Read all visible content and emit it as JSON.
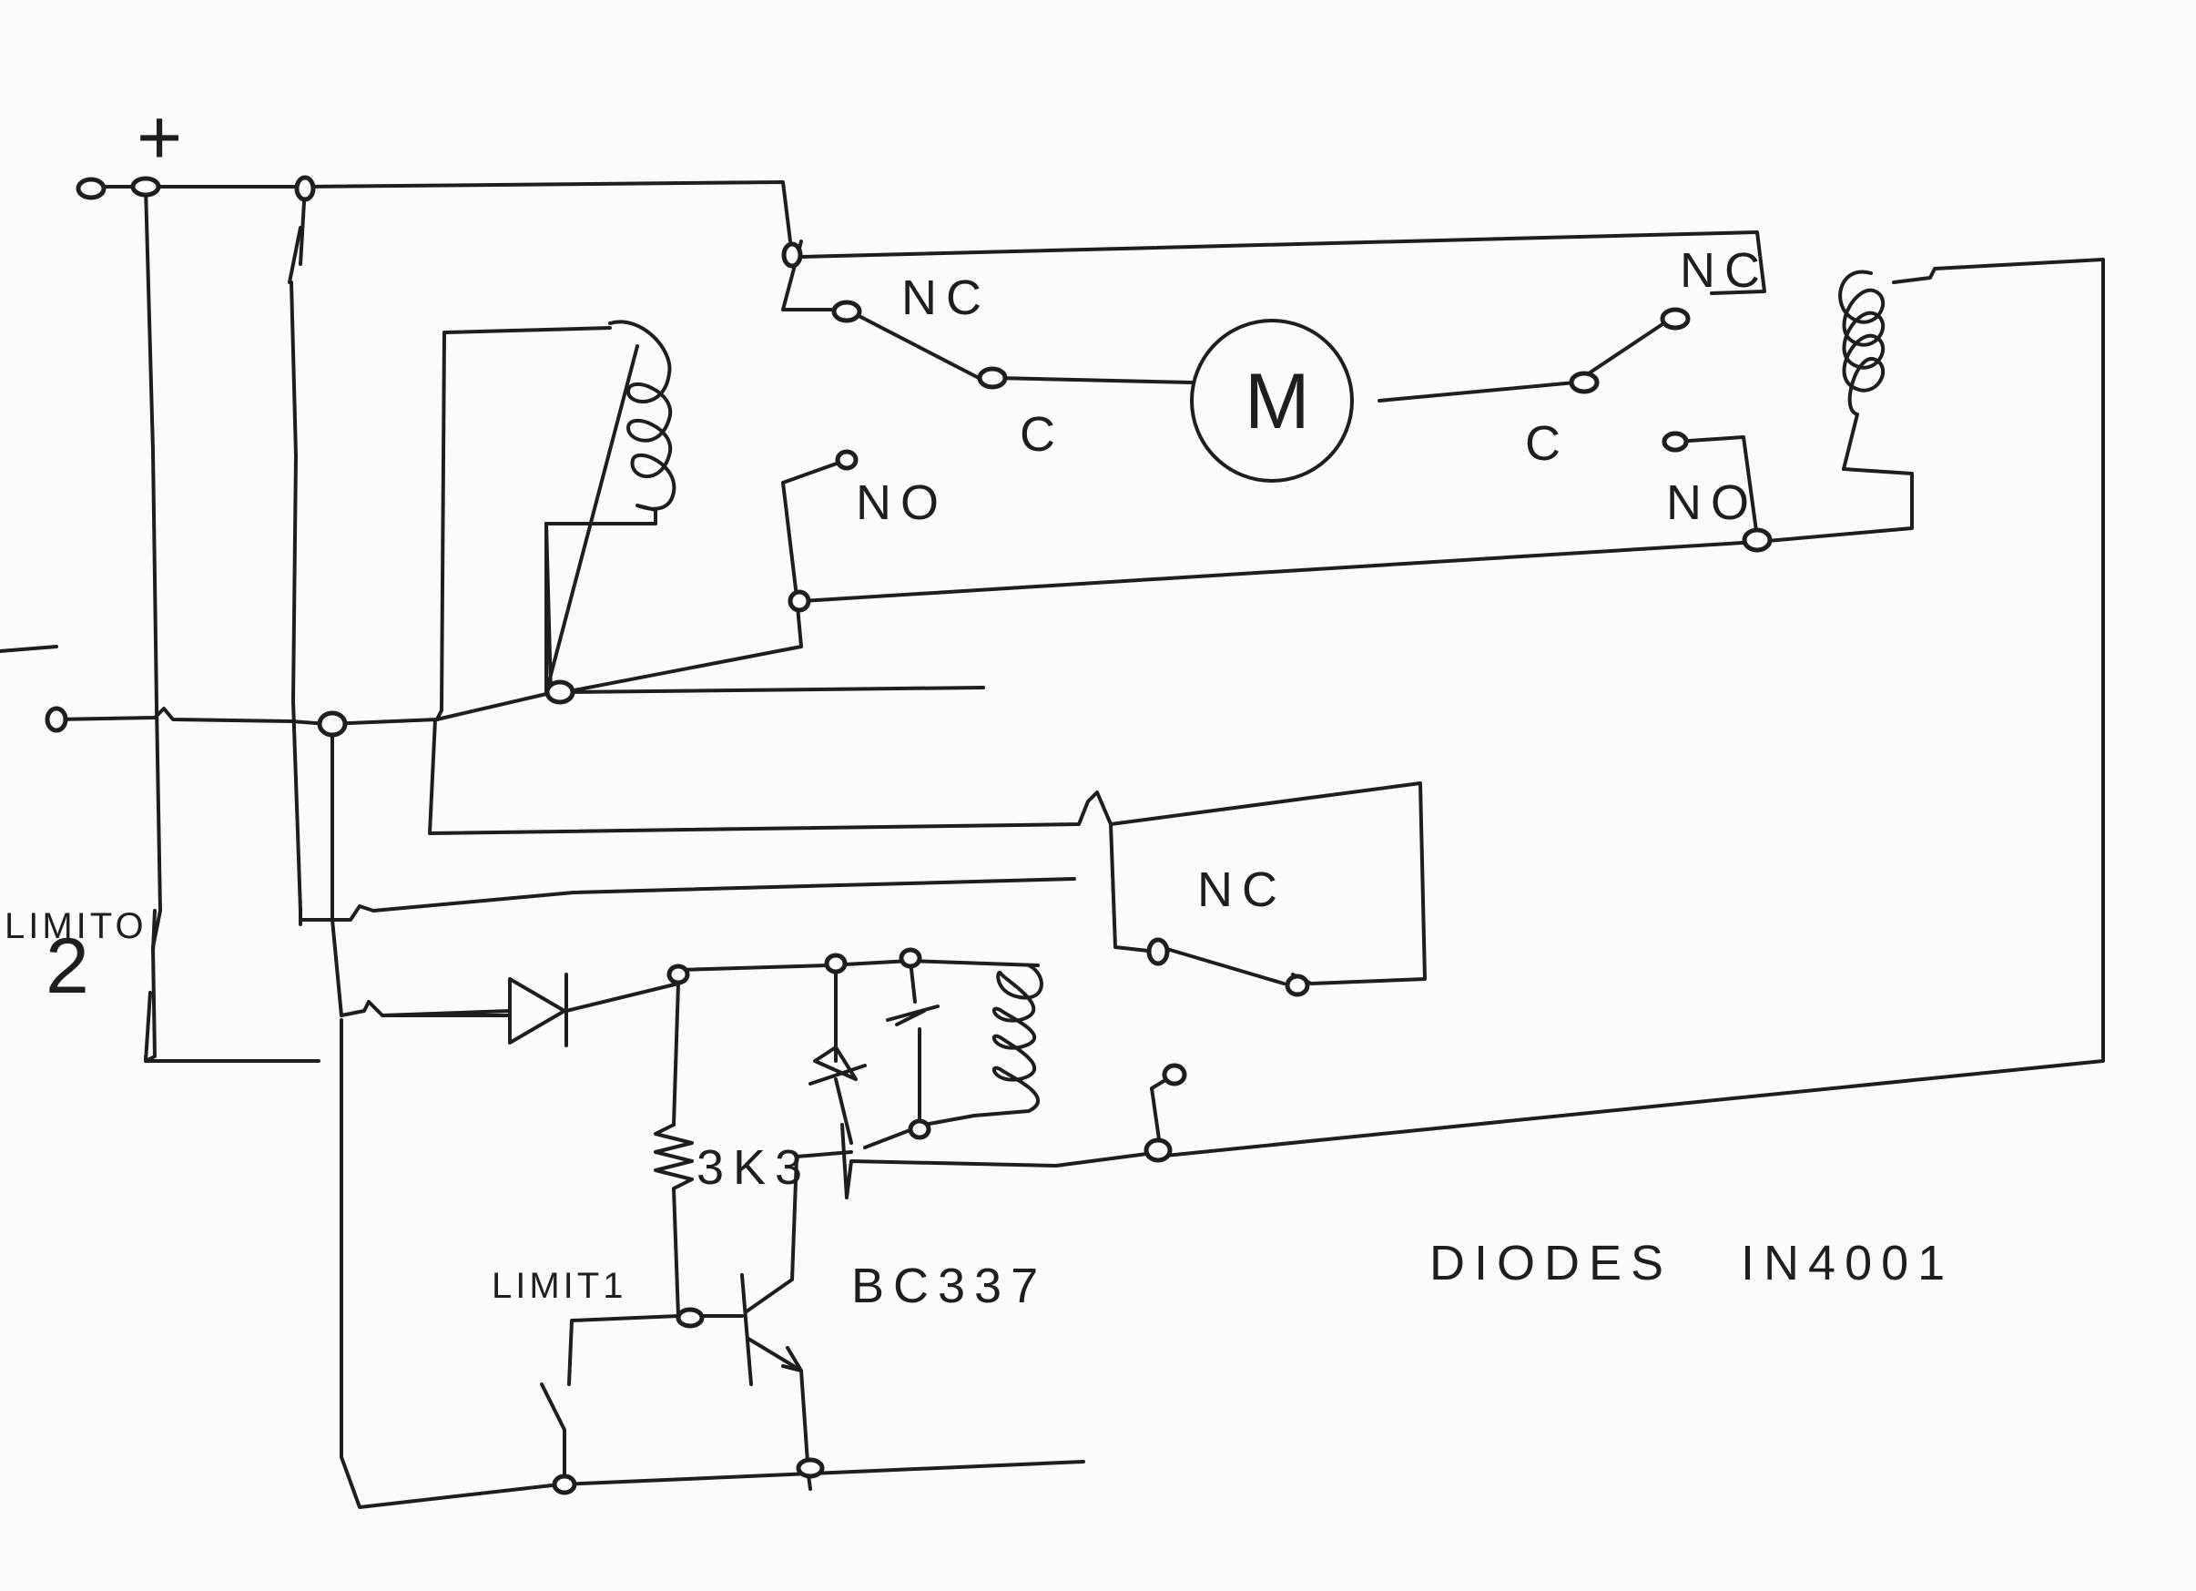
{
  "diagram": {
    "plus_sign": "+",
    "motor_label": "M",
    "relay_left": {
      "nc": "NC",
      "c": "C",
      "no": "NO"
    },
    "relay_right": {
      "nc": "NC",
      "c": "C",
      "no": "NO"
    },
    "relay_bottom": {
      "nc": "NC"
    },
    "resistor": "3K3",
    "transistor": "BC337",
    "limit2_label": "LIMITO",
    "limit2_number": "2",
    "limit1_label": "LIMIT1",
    "diodes_note": "DIODES   IN4001"
  }
}
